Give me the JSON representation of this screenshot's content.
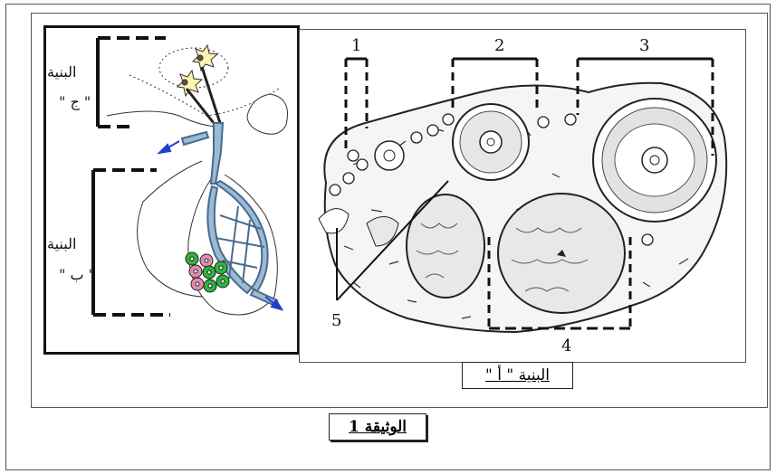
{
  "structure_c": {
    "word": "البنية",
    "letter": "\" ج \""
  },
  "structure_b": {
    "word": "البنية",
    "letter": "\" ب \""
  },
  "structure_a_caption": "البنية \" أ \"",
  "document_caption": "الوثيقة 1",
  "ovary_labels": [
    "1",
    "2",
    "3",
    "4",
    "5"
  ],
  "colors": {
    "arrow": "#1f3fd0",
    "vessel": "#9bbad6",
    "green_cell": "#2db43c",
    "pink_cell": "#e58ab0"
  }
}
